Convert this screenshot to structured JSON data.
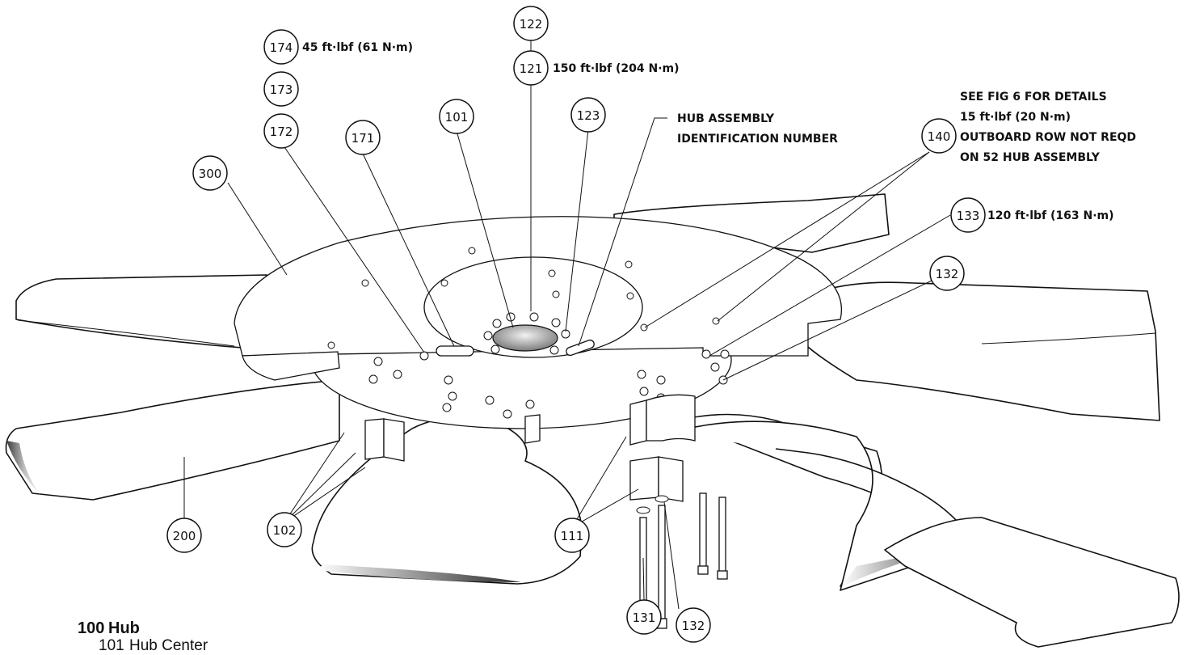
{
  "balloons": {
    "b174": "174",
    "b173": "173",
    "b172": "172",
    "b171": "171",
    "b101": "101",
    "b122": "122",
    "b121": "121",
    "b123": "123",
    "b140": "140",
    "b133": "133",
    "b132a": "132",
    "b300": "300",
    "b200": "200",
    "b102": "102",
    "b111": "111",
    "b131": "131",
    "b132b": "132"
  },
  "callouts": {
    "torque_174": "45 ft·lbf (61 N·m)",
    "torque_121": "150 ft·lbf (204 N·m)",
    "hub_id_line1": "HUB ASSEMBLY",
    "hub_id_line2": "IDENTIFICATION NUMBER",
    "fig6_line1": "SEE FIG 6 FOR DETAILS",
    "fig6_line2": "15 ft·lbf (20 N·m)",
    "fig6_line3": "OUTBOARD ROW NOT REQD",
    "fig6_line4": "ON 52 HUB ASSEMBLY",
    "torque_133": "120 ft·lbf (163 N·m)"
  },
  "legend": {
    "main": {
      "number": "100",
      "title": "Hub"
    },
    "items": [
      {
        "number": "101",
        "title": "Hub Center"
      }
    ]
  }
}
